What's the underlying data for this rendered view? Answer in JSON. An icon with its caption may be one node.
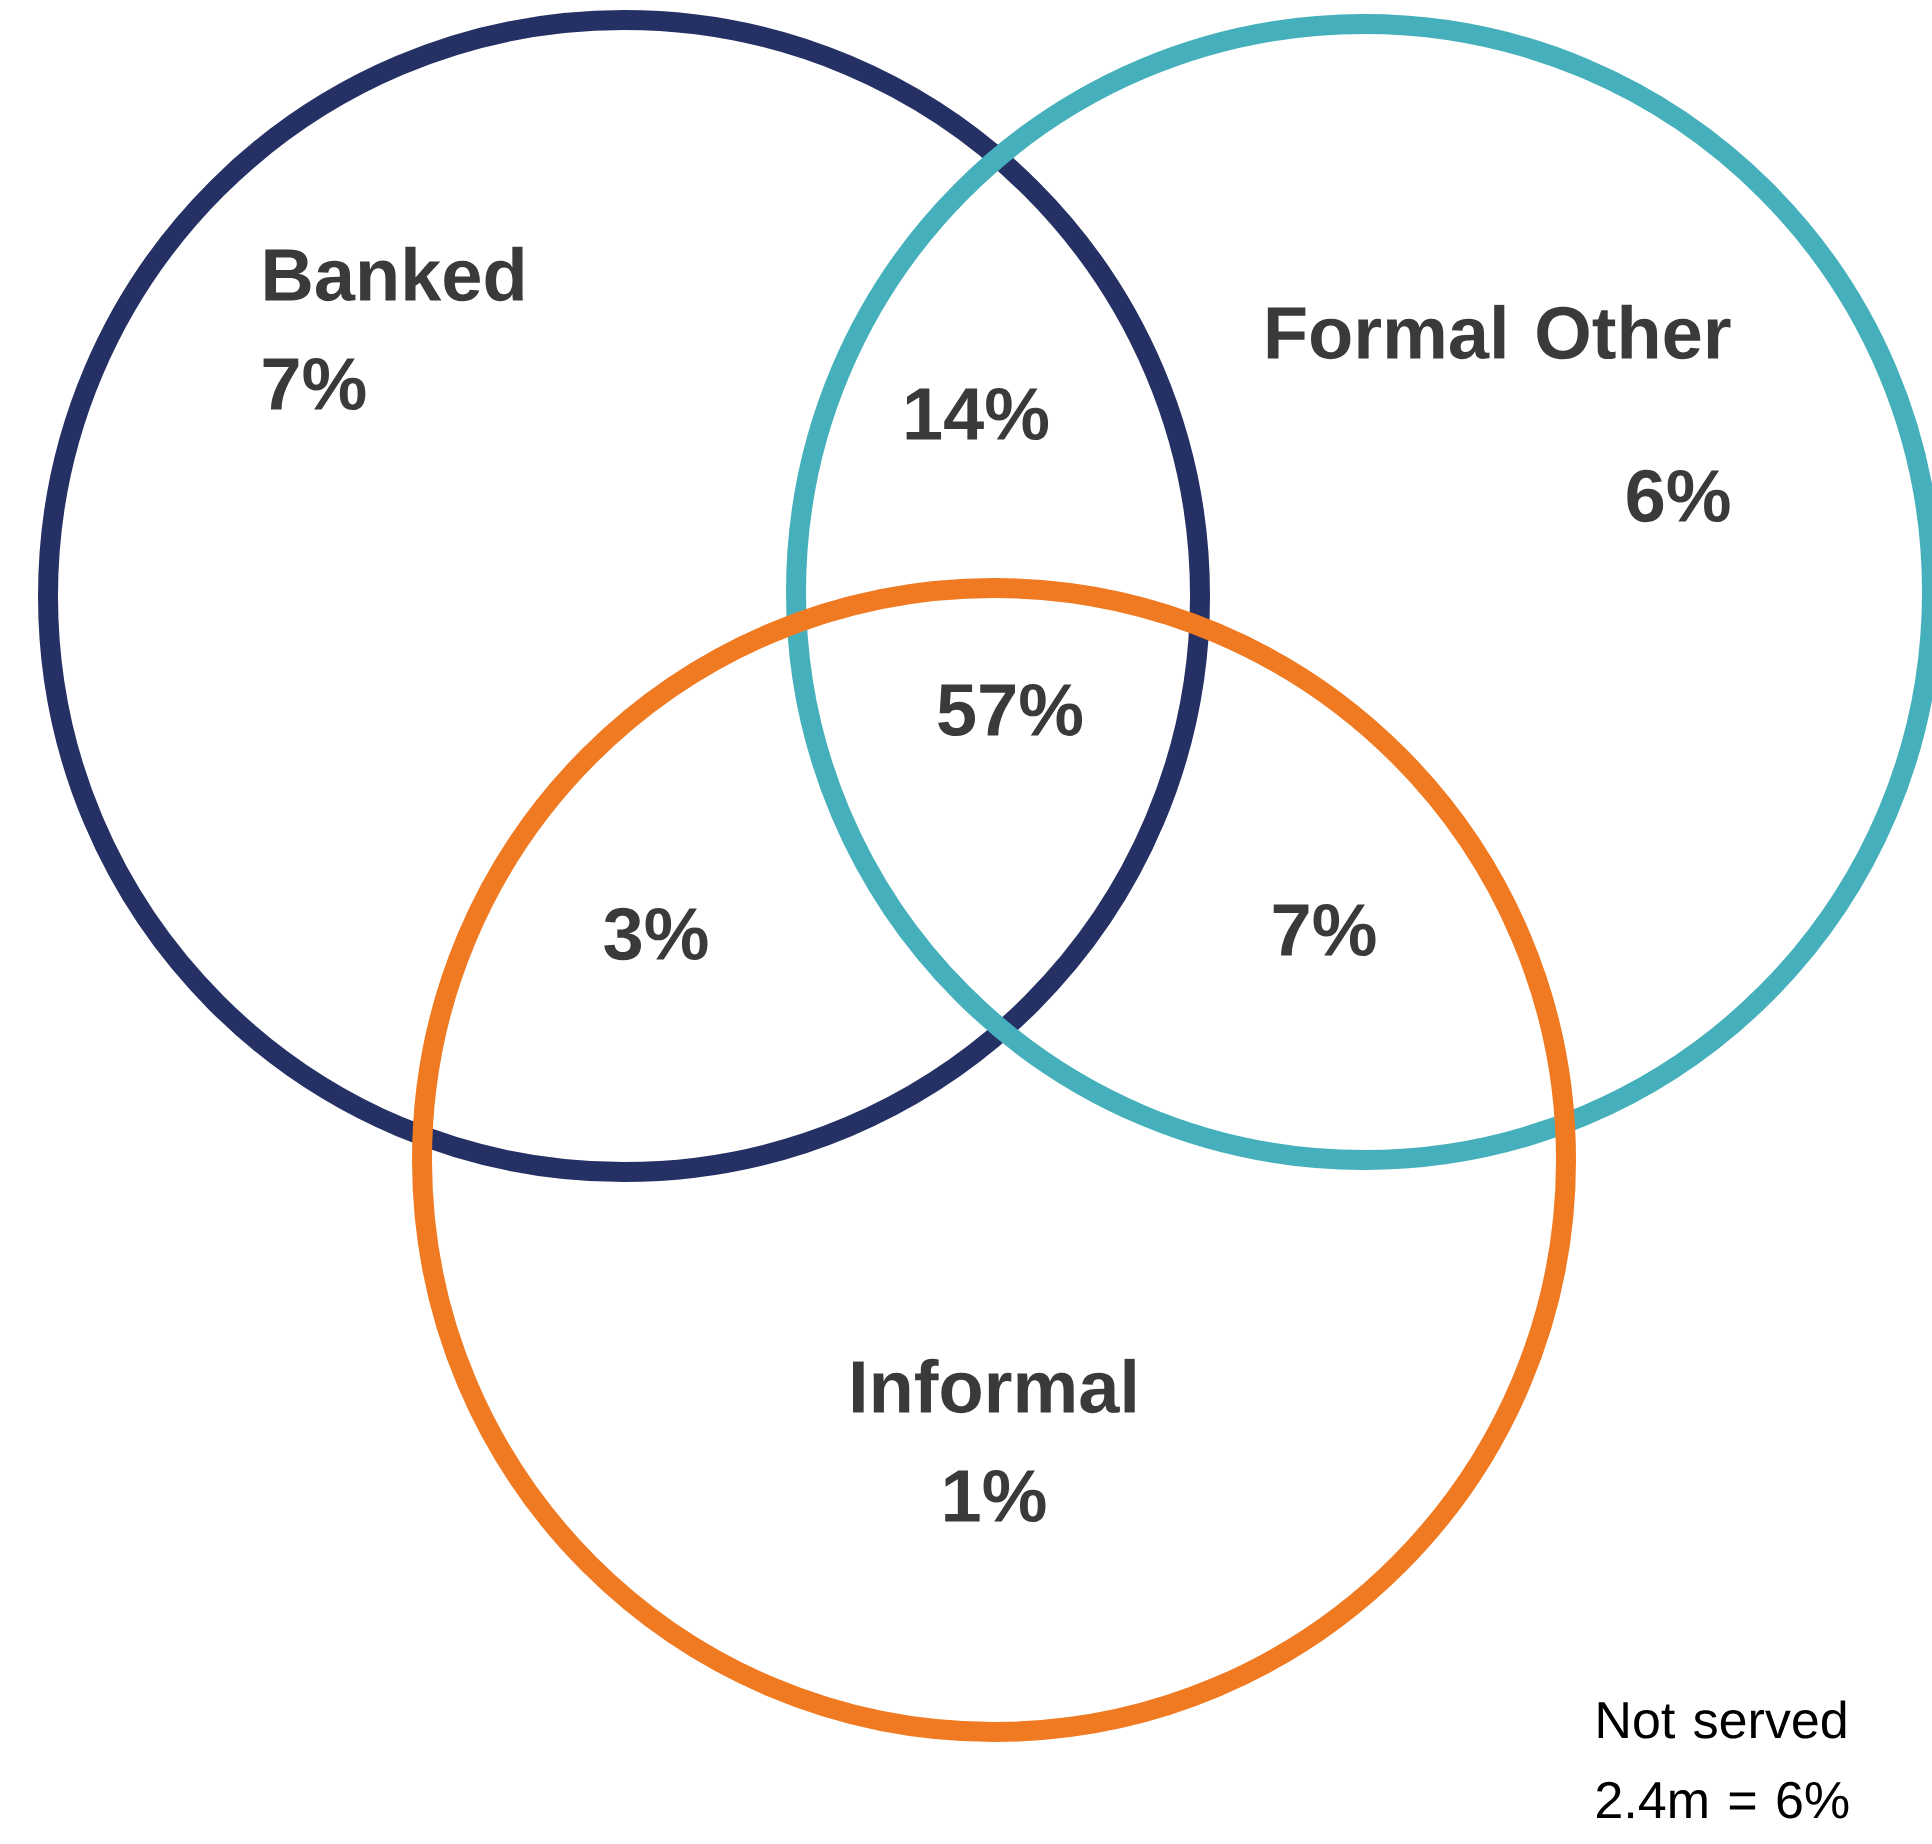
{
  "diagram": {
    "nodes": [
      {
        "text": [
          "Banked",
          "7%"
        ]
      },
      {
        "text": [
          "Formal Other",
          "6%"
        ]
      },
      {
        "text": [
          "Informal",
          "1%"
        ]
      }
    ],
    "labels": [
      "14%",
      "57%",
      "3%",
      "7%",
      "Not served 2.4m = 6%"
    ]
  }
}
